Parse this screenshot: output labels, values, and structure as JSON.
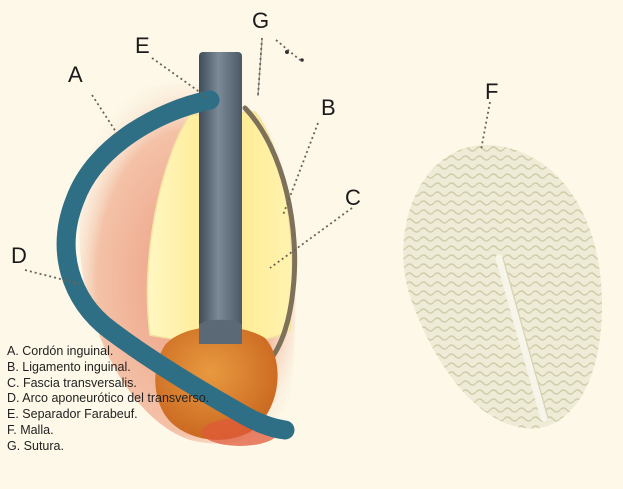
{
  "labels": {
    "a": "A",
    "b": "B",
    "c": "C",
    "d": "D",
    "e": "E",
    "f": "F",
    "g": "G"
  },
  "legend": [
    "A. Cordón inguinal.",
    "B. Ligamento inguinal.",
    "C. Fascia transversalis.",
    "D. Arco aponeurótico del transverso.",
    "E. Separador Farabeuf.",
    "F. Malla.",
    "G. Sutura."
  ],
  "colors": {
    "background": "#fdf8e8",
    "cord": "#2f6f86",
    "retractor": "#5a6a78",
    "fascia": "#fff0a8",
    "muscle": "#e8957a",
    "ligament": "#7d715a",
    "mesh": "#e6e2c8"
  }
}
